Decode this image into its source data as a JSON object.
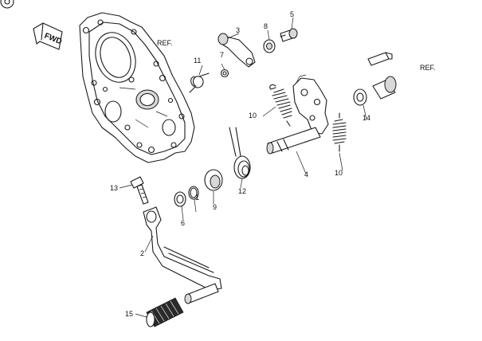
{
  "corner_mark": "",
  "direction_arrow": {
    "text": "FWD"
  },
  "references": [
    {
      "id": "ref-left",
      "text": "REF."
    },
    {
      "id": "ref-right",
      "text": "REF."
    }
  ],
  "callouts": [
    {
      "id": "c1",
      "text": "1"
    },
    {
      "id": "c2",
      "text": "2"
    },
    {
      "id": "c3",
      "text": "3"
    },
    {
      "id": "c4",
      "text": "4"
    },
    {
      "id": "c5",
      "text": "5"
    },
    {
      "id": "c6",
      "text": "6"
    },
    {
      "id": "c7",
      "text": "7"
    },
    {
      "id": "c8",
      "text": "8"
    },
    {
      "id": "c9",
      "text": "9"
    },
    {
      "id": "c10a",
      "text": "10"
    },
    {
      "id": "c10b",
      "text": "10"
    },
    {
      "id": "c11",
      "text": "11"
    },
    {
      "id": "c12",
      "text": "12"
    },
    {
      "id": "c13",
      "text": "13"
    },
    {
      "id": "c14",
      "text": "14"
    },
    {
      "id": "c15",
      "text": "15"
    }
  ],
  "colors": {
    "line": "#1a1a1a",
    "background": "#ffffff",
    "shade": "#d8d8d8"
  }
}
